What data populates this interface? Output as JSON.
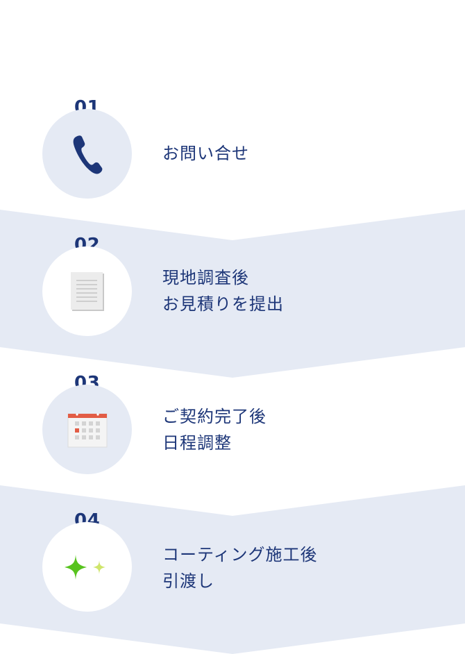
{
  "colors": {
    "band": "#e5eaf4",
    "circle_on_white": "#e5eaf4",
    "circle_on_band": "#ffffff",
    "text": "#1d3678",
    "phone": "#1d3678",
    "document": "#e6e6e6",
    "calendar_header": "#e25c45",
    "sparkle_big": "#57c31e",
    "sparkle_small": "#cfe56b"
  },
  "steps": [
    {
      "number": "01",
      "icon": "phone-icon",
      "lines": [
        "お問い合せ"
      ]
    },
    {
      "number": "02",
      "icon": "document-icon",
      "lines": [
        "現地調査後",
        "お見積りを提出"
      ]
    },
    {
      "number": "03",
      "icon": "calendar-icon",
      "lines": [
        "ご契約完了後",
        "日程調整"
      ]
    },
    {
      "number": "04",
      "icon": "sparkles-icon",
      "lines": [
        "コーティング施工後",
        "引渡し"
      ]
    }
  ]
}
